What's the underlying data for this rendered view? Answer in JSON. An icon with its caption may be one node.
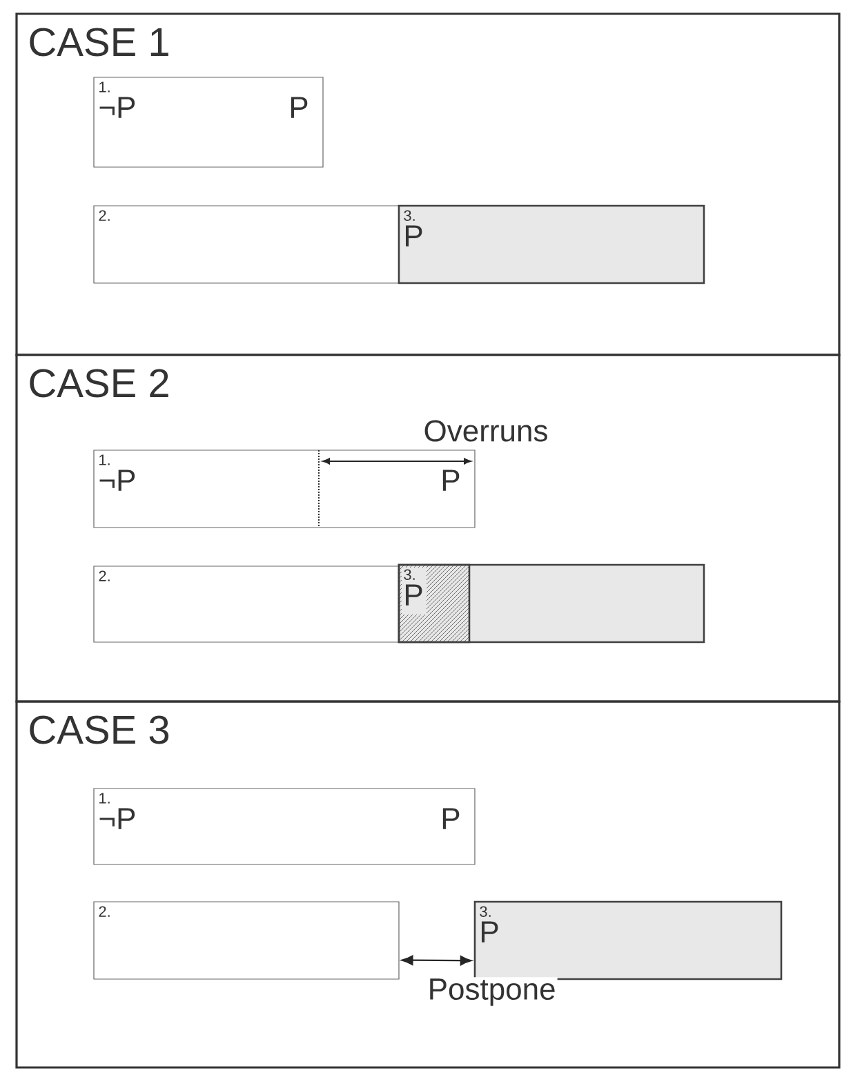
{
  "diagram": {
    "nodes": [
      {
        "text": [
          "CASE 1"
        ]
      },
      {
        "text": [
          "1.",
          "¬P",
          "P"
        ],
        "in": 0
      },
      {
        "text": [
          "2."
        ],
        "in": 0
      },
      {
        "text": [
          "3.",
          "P"
        ],
        "in": 0
      },
      {
        "text": [
          "CASE 2"
        ]
      },
      {
        "text": [
          "1.",
          "¬P",
          "P"
        ],
        "in": 4
      },
      {
        "text": [
          "2."
        ],
        "in": 4
      },
      {
        "text": [
          "3.",
          "P"
        ],
        "in": 4
      },
      {
        "text": [
          "CASE 3"
        ]
      },
      {
        "text": [
          "1.",
          "¬P",
          "P"
        ],
        "in": 8
      },
      {
        "text": [
          "2."
        ],
        "in": 8
      },
      {
        "text": [
          "3.",
          "P"
        ],
        "in": 8
      }
    ],
    "edges": [
      {
        "from": 10,
        "to": 11,
        "arrow": "both",
        "label": "Postpone"
      }
    ],
    "labels": [
      "Overruns"
    ]
  }
}
